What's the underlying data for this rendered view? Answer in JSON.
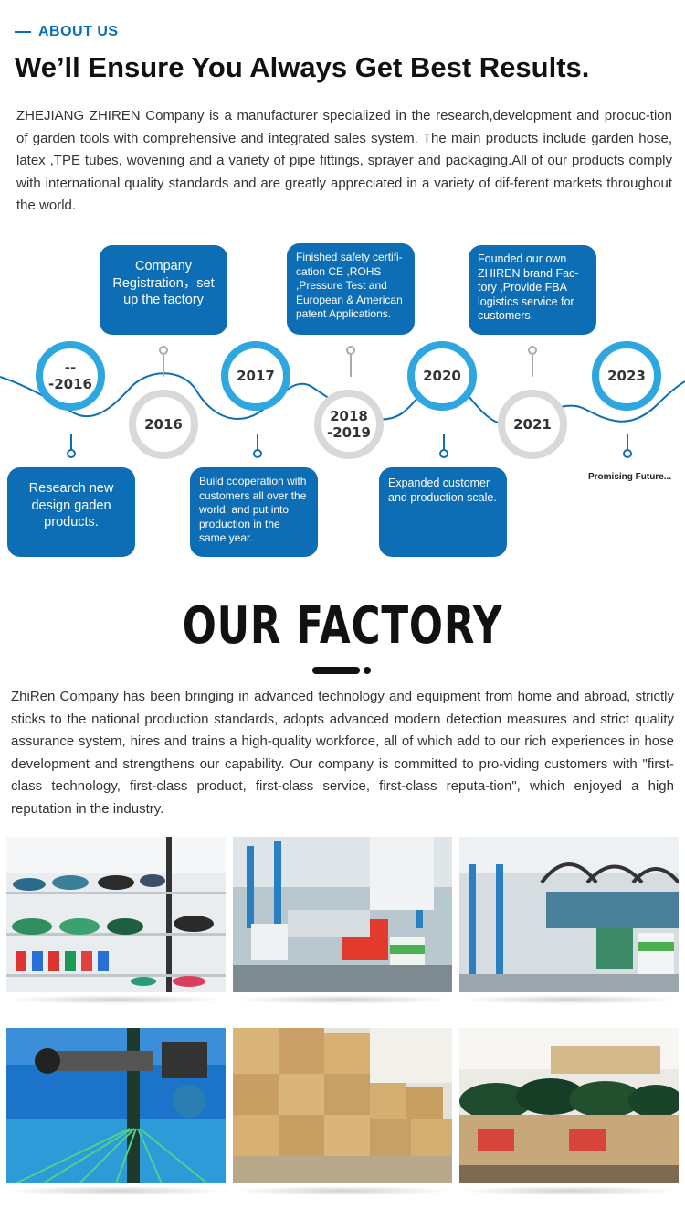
{
  "about": {
    "section_label": "ABOUT US",
    "headline": "We’ll Ensure You Always Get Best Results.",
    "body": "ZHEJIANG ZHIREN Company is a manufacturer specialized in the research,development and procuc-tion of garden tools with comprehensive and integrated sales system. The main products include garden hose, latex ,TPE tubes, wovening and a variety of pipe fittings, sprayer and packaging.All of our products comply with international quality standards and are greatly appreciated in a variety of dif-ferent markets throughout the world."
  },
  "timeline": {
    "milestones": [
      {
        "year": "---2016",
        "card": "Research new design gaden products."
      },
      {
        "year": "2016",
        "card": "Company Registration，set up the factory"
      },
      {
        "year": "2017",
        "card": "Build cooperation with customers all over the world,  and put into production in the same year."
      },
      {
        "year": "2018\n-2019",
        "card": "Finished safety certifi-cation CE ,ROHS ,Pressure Test and European & American patent Applications."
      },
      {
        "year": "2020",
        "card": "Expanded customer and production scale."
      },
      {
        "year": "2021",
        "card": "Founded our own ZHIREN brand Fac-tory ,Provide FBA logistics service for customers."
      },
      {
        "year": "2023",
        "card": "Promising Future..."
      }
    ],
    "colors": {
      "ring_blue": "#2ea6e0",
      "ring_gray": "#d9d9d9",
      "card_blue": "#0e6eb5"
    }
  },
  "factory": {
    "title": "OUR FACTORY",
    "body": "ZhiRen Company has been bringing in advanced technology and equipment from home and abroad, strictly sticks to the national production standards, adopts advanced modern detection measures and strict quality assurance system, hires and trains a high-quality workforce, all of which add to our rich experiences in hose development and strengthens our capability. Our company is committed to pro-viding customers with \"first-class technology, first-class product, first-class service, first-class reputa-tion\", which enjoyed a high reputation in the industry.",
    "photos": [
      {
        "name": "showroom-photo"
      },
      {
        "name": "production-line-photo"
      },
      {
        "name": "workshop-photo"
      },
      {
        "name": "braiding-machine-photo"
      },
      {
        "name": "warehouse-cartons-photo"
      },
      {
        "name": "finished-hoses-photo"
      }
    ]
  }
}
